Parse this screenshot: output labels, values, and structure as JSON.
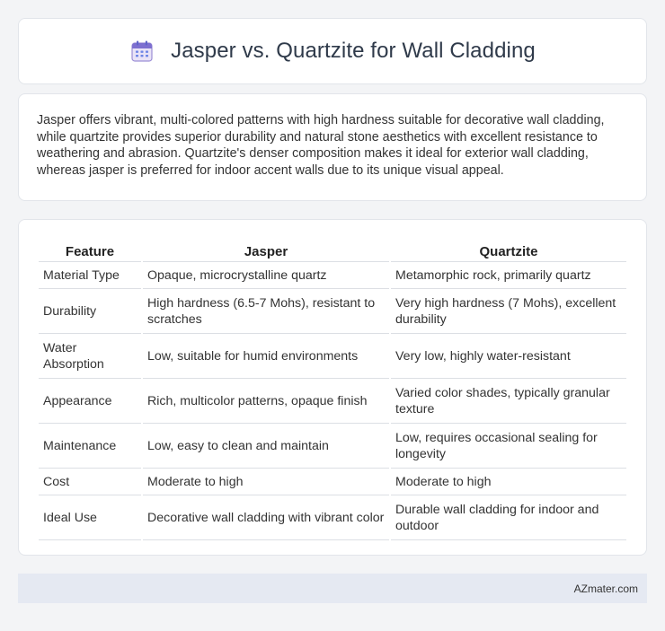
{
  "header": {
    "title": "Jasper vs. Quartzite for Wall Cladding",
    "icon": "calendar-icon"
  },
  "summary": {
    "text": "Jasper offers vibrant, multi-colored patterns with high hardness suitable for decorative wall cladding, while quartzite provides superior durability and natural stone aesthetics with excellent resistance to weathering and abrasion. Quartzite's denser composition makes it ideal for exterior wall cladding, whereas jasper is preferred for indoor accent walls due to its unique visual appeal."
  },
  "table": {
    "headers": [
      "Feature",
      "Jasper",
      "Quartzite"
    ],
    "rows": [
      [
        "Material Type",
        "Opaque, microcrystalline quartz",
        "Metamorphic rock, primarily quartz"
      ],
      [
        "Durability",
        "High hardness (6.5-7 Mohs), resistant to scratches",
        "Very high hardness (7 Mohs), excellent durability"
      ],
      [
        "Water Absorption",
        "Low, suitable for humid environments",
        "Very low, highly water-resistant"
      ],
      [
        "Appearance",
        "Rich, multicolor patterns, opaque finish",
        "Varied color shades, typically granular texture"
      ],
      [
        "Maintenance",
        "Low, easy to clean and maintain",
        "Low, requires occasional sealing for longevity"
      ],
      [
        "Cost",
        "Moderate to high",
        "Moderate to high"
      ],
      [
        "Ideal Use",
        "Decorative wall cladding with vibrant color",
        "Durable wall cladding for indoor and outdoor"
      ]
    ]
  },
  "footer": {
    "text": "AZmater.com"
  }
}
